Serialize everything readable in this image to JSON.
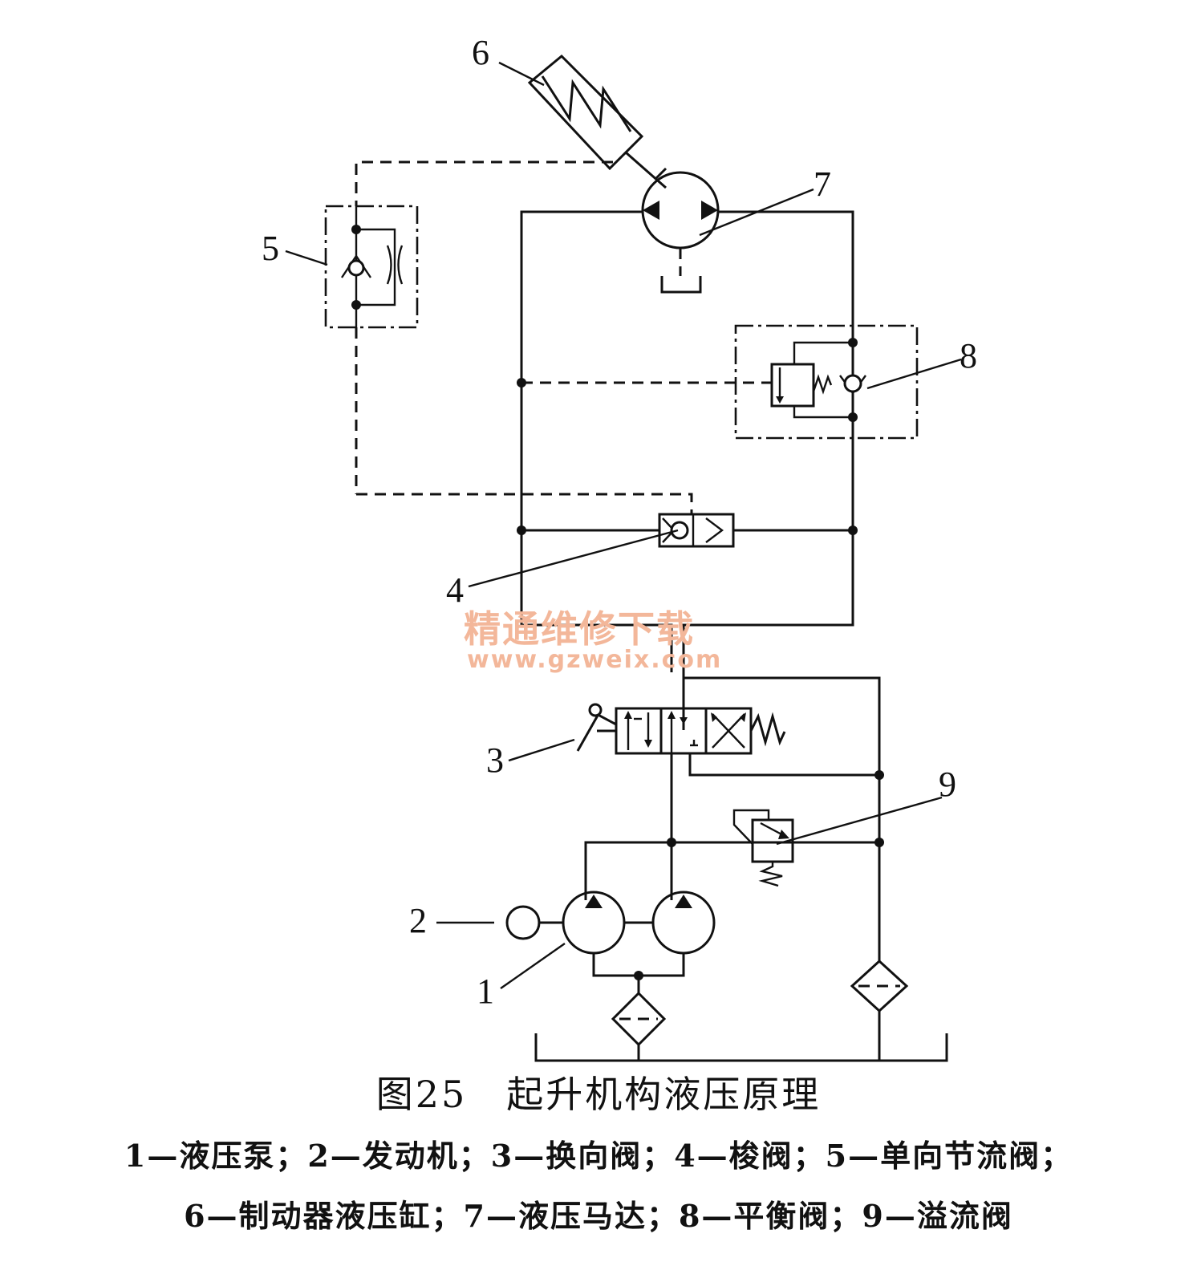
{
  "labels": {
    "pump": "1",
    "engine": "2",
    "directional_valve": "3",
    "shuttle_valve": "4",
    "check_throttle_valve": "5",
    "brake_cylinder": "6",
    "hydraulic_motor": "7",
    "balance_valve": "8",
    "relief_valve": "9"
  },
  "watermark": {
    "cn": "精通维修下载",
    "url": "www.gzweix.com",
    "color": "#f3b79a"
  },
  "caption": {
    "title": "图25　起升机构液压原理",
    "legend_line1": "1—液压泵；2—发动机；3—换向阀；4—梭阀；5—单向节流阀；",
    "legend_line2": "6—制动器液压缸；7—液压马达；8—平衡阀；9—溢流阀"
  }
}
